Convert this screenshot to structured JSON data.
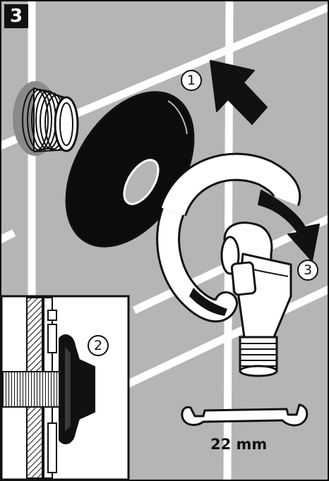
{
  "step": {
    "number": "3"
  },
  "callouts": [
    {
      "label": "1"
    },
    {
      "label": "2"
    },
    {
      "label": "3"
    }
  ],
  "tool": {
    "size_label": "22 mm"
  },
  "colors": {
    "wall_tile": "#b5b5b5",
    "grout": "#ffffff",
    "outline": "#111111",
    "cover_plate": "#0c0c0c",
    "inset_background": "#ffffff"
  },
  "icons": [
    "step-badge",
    "direction-arrow-icon",
    "wall-tiles",
    "threaded-pipe-nipple",
    "cover-rosette",
    "angle-valve",
    "tape-band",
    "rotation-arrow-icon",
    "cross-section-inset",
    "wrench-icon"
  ]
}
